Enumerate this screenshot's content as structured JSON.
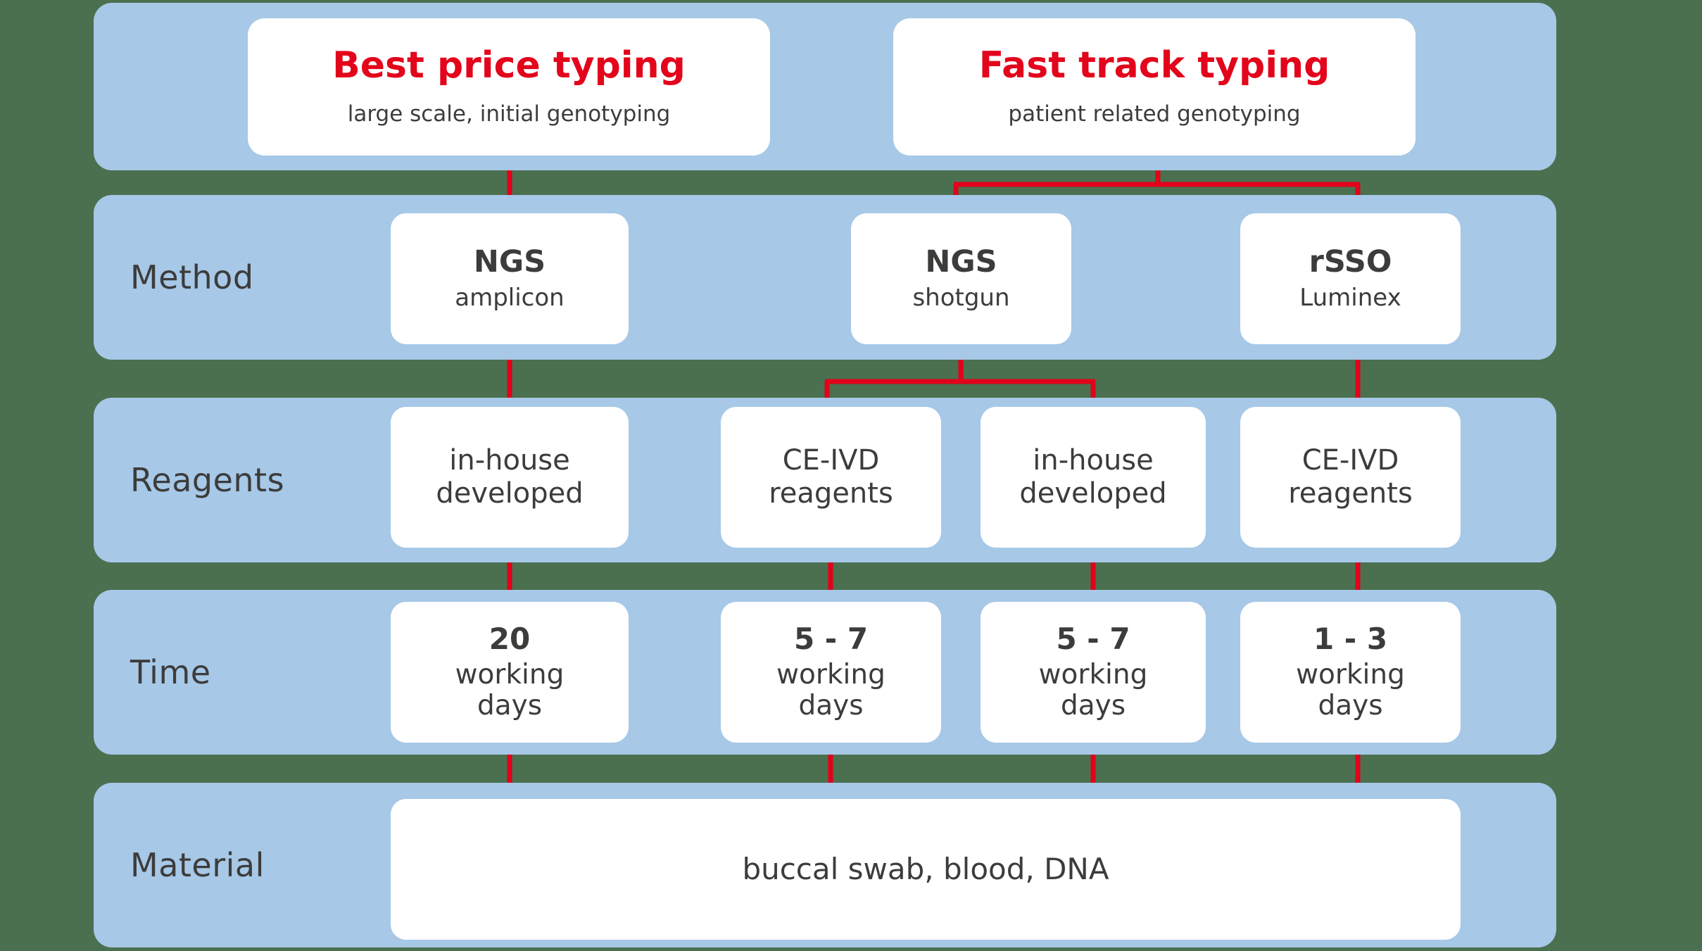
{
  "colors": {
    "background": "#4a704f",
    "band": "#a7c8e7",
    "card": "#ffffff",
    "accent_red": "#e3051b",
    "connector_red": "#e2001a",
    "text": "#3c3c3b"
  },
  "headers": [
    {
      "title": "Best price typing",
      "subtitle": "large scale, initial genotyping"
    },
    {
      "title": "Fast track typing",
      "subtitle": "patient related genotyping"
    }
  ],
  "rows": [
    {
      "label": "Method",
      "cards": [
        {
          "title": "NGS",
          "subtitle": "amplicon"
        },
        {
          "title": "NGS",
          "subtitle": "shotgun"
        },
        {
          "title": "rSSO",
          "subtitle": "Luminex"
        }
      ]
    },
    {
      "label": "Reagents",
      "cards": [
        {
          "line1": "in-house",
          "line2": "developed"
        },
        {
          "line1": "CE-IVD",
          "line2": "reagents"
        },
        {
          "line1": "in-house",
          "line2": "developed"
        },
        {
          "line1": "CE-IVD",
          "line2": "reagents"
        }
      ]
    },
    {
      "label": "Time",
      "cards": [
        {
          "value": "20",
          "line1": "working",
          "line2": "days"
        },
        {
          "value": "5 - 7",
          "line1": "working",
          "line2": "days"
        },
        {
          "value": "5 - 7",
          "line1": "working",
          "line2": "days"
        },
        {
          "value": "1 - 3",
          "line1": "working",
          "line2": "days"
        }
      ]
    },
    {
      "label": "Material",
      "cards": [
        {
          "text": "buccal swab, blood, DNA"
        }
      ]
    }
  ]
}
